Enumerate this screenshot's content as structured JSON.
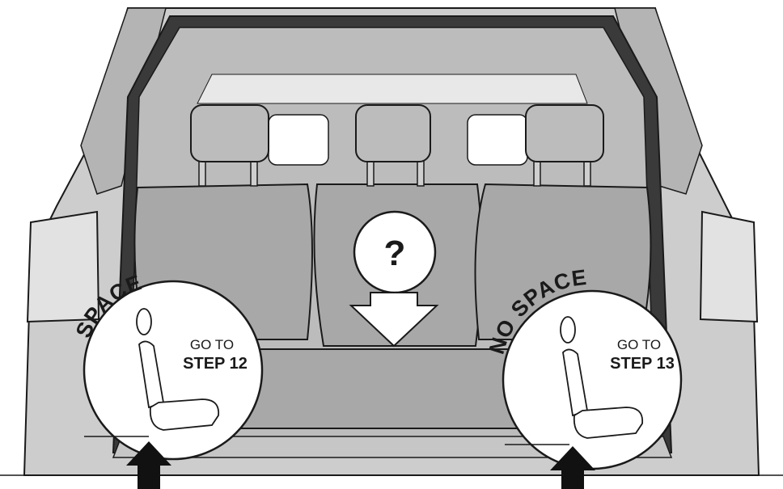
{
  "center": {
    "question_mark": "?"
  },
  "left_option": {
    "badge": "SPACE",
    "goto": "GO TO",
    "step": "STEP 12"
  },
  "right_option": {
    "badge": "NO SPACE",
    "goto": "GO TO",
    "step": "STEP 13"
  },
  "colors": {
    "body": "#cdcdcd",
    "interior": "#bcbcbc",
    "seat": "#a8a8a8",
    "trim": "#3a3a3a",
    "outline": "#1a1a1a",
    "white": "#ffffff"
  },
  "icons": [
    "car-rear-illustration",
    "seat-icon",
    "up-arrow-icon",
    "down-arrow-icon"
  ]
}
